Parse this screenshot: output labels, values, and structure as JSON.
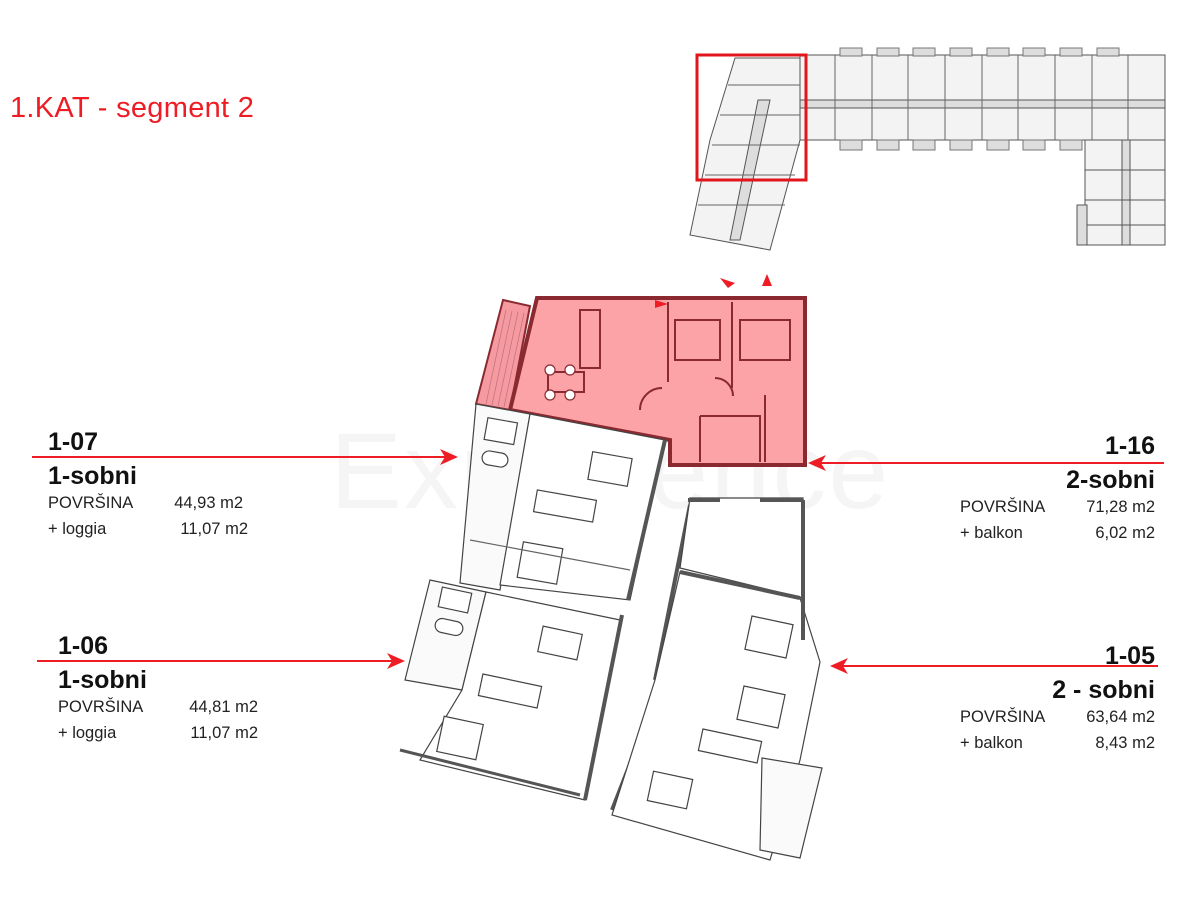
{
  "title": "1.KAT - segment 2",
  "watermark": "Experience",
  "colors": {
    "accent": "#ee1c25",
    "highlight": "#f59a9f",
    "text": "#111111"
  },
  "units": [
    {
      "id": "1-07",
      "type": "1-sobni",
      "area_label": "POVRŠINA",
      "area": "44,93 m2",
      "extra_label": "+ loggia",
      "extra": "11,07 m2"
    },
    {
      "id": "1-06",
      "type": "1-sobni",
      "area_label": "POVRŠINA",
      "area": "44,81 m2",
      "extra_label": "+ loggia",
      "extra": "11,07 m2"
    },
    {
      "id": "1-16",
      "type": "2-sobni",
      "area_label": "POVRŠINA",
      "area": "71,28 m2",
      "extra_label": "+ balkon",
      "extra": "6,02 m2",
      "highlighted": true
    },
    {
      "id": "1-05",
      "type": "2 - sobni",
      "area_label": "POVRŠINA",
      "area": "63,64 m2",
      "extra_label": "+ balkon",
      "extra": "8,43 m2"
    }
  ],
  "key_plan": {
    "selected_segment": "segment 2"
  }
}
